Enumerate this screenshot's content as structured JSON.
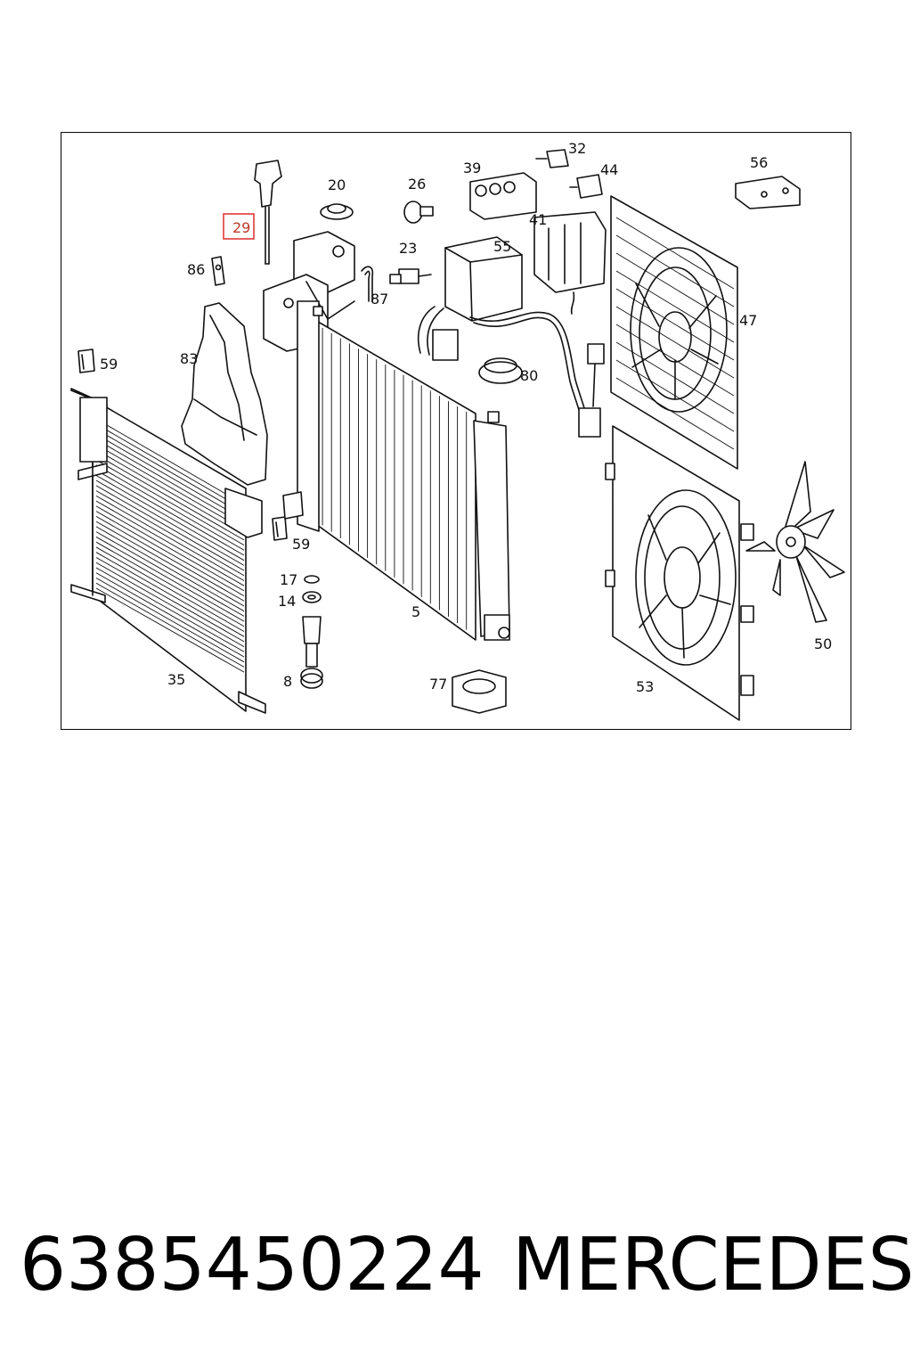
{
  "diagram": {
    "highlight_color": "#e03a3a",
    "highlighted_callout": "29",
    "callouts": {
      "c29": "29",
      "c20": "20",
      "c26": "26",
      "c39": "39",
      "c32": "32",
      "c44": "44",
      "c56": "56",
      "c86": "86",
      "c23": "23",
      "c55": "55",
      "c41": "41",
      "c87": "87",
      "c47": "47",
      "c83": "83",
      "c59a": "59",
      "c80": "80",
      "c59b": "59",
      "c17": "17",
      "c14": "14",
      "c5": "5",
      "c50": "50",
      "c35": "35",
      "c8": "8",
      "c77": "77",
      "c53": "53"
    }
  },
  "footer": {
    "part_number": "6385450224",
    "brand": "MERCEDES"
  }
}
